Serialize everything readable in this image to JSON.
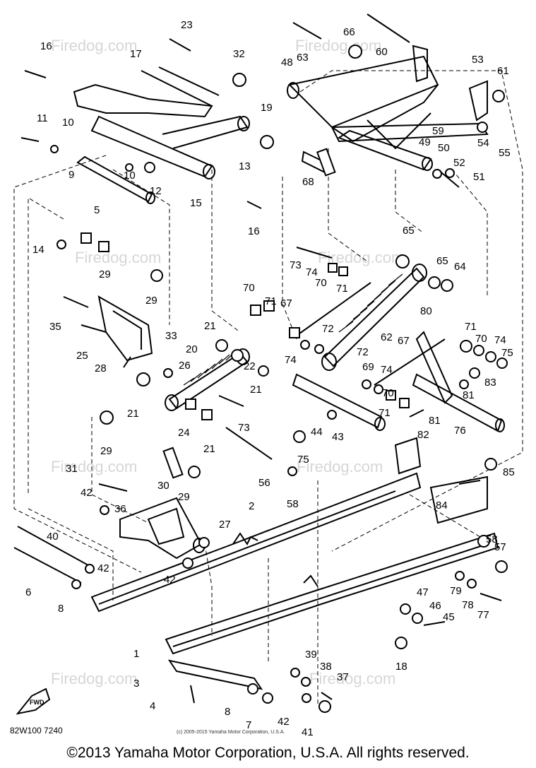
{
  "diagram": {
    "drawing_code": "82W100 7240",
    "small_copyright": "(c) 2005-2015 Yamaha Motor Corporation, U.S.A.",
    "footer_copyright": "©2013 Yamaha Motor Corporation, U.S.A. All rights reserved.",
    "watermark": "Firedog.com",
    "forward_arrow_label": "FWD",
    "callouts": [
      "1",
      "2",
      "3",
      "4",
      "5",
      "6",
      "7",
      "8",
      "8",
      "9",
      "10",
      "10",
      "11",
      "12",
      "13",
      "14",
      "15",
      "16",
      "16",
      "17",
      "18",
      "19",
      "20",
      "21",
      "21",
      "21",
      "21",
      "22",
      "23",
      "24",
      "25",
      "26",
      "27",
      "28",
      "29",
      "29",
      "29",
      "29",
      "30",
      "31",
      "32",
      "33",
      "35",
      "36",
      "37",
      "38",
      "39",
      "40",
      "41",
      "42",
      "42",
      "42",
      "42",
      "43",
      "44",
      "45",
      "46",
      "47",
      "48",
      "49",
      "50",
      "51",
      "52",
      "53",
      "54",
      "55",
      "56",
      "57",
      "58",
      "58",
      "59",
      "60",
      "61",
      "62",
      "63",
      "64",
      "65",
      "65",
      "66",
      "67",
      "67",
      "68",
      "69",
      "70",
      "70",
      "70",
      "70",
      "71",
      "71",
      "71",
      "71",
      "72",
      "72",
      "73",
      "73",
      "74",
      "74",
      "74",
      "74",
      "75",
      "75",
      "76",
      "77",
      "78",
      "79",
      "80",
      "81",
      "81",
      "82",
      "83",
      "84",
      "85"
    ]
  }
}
